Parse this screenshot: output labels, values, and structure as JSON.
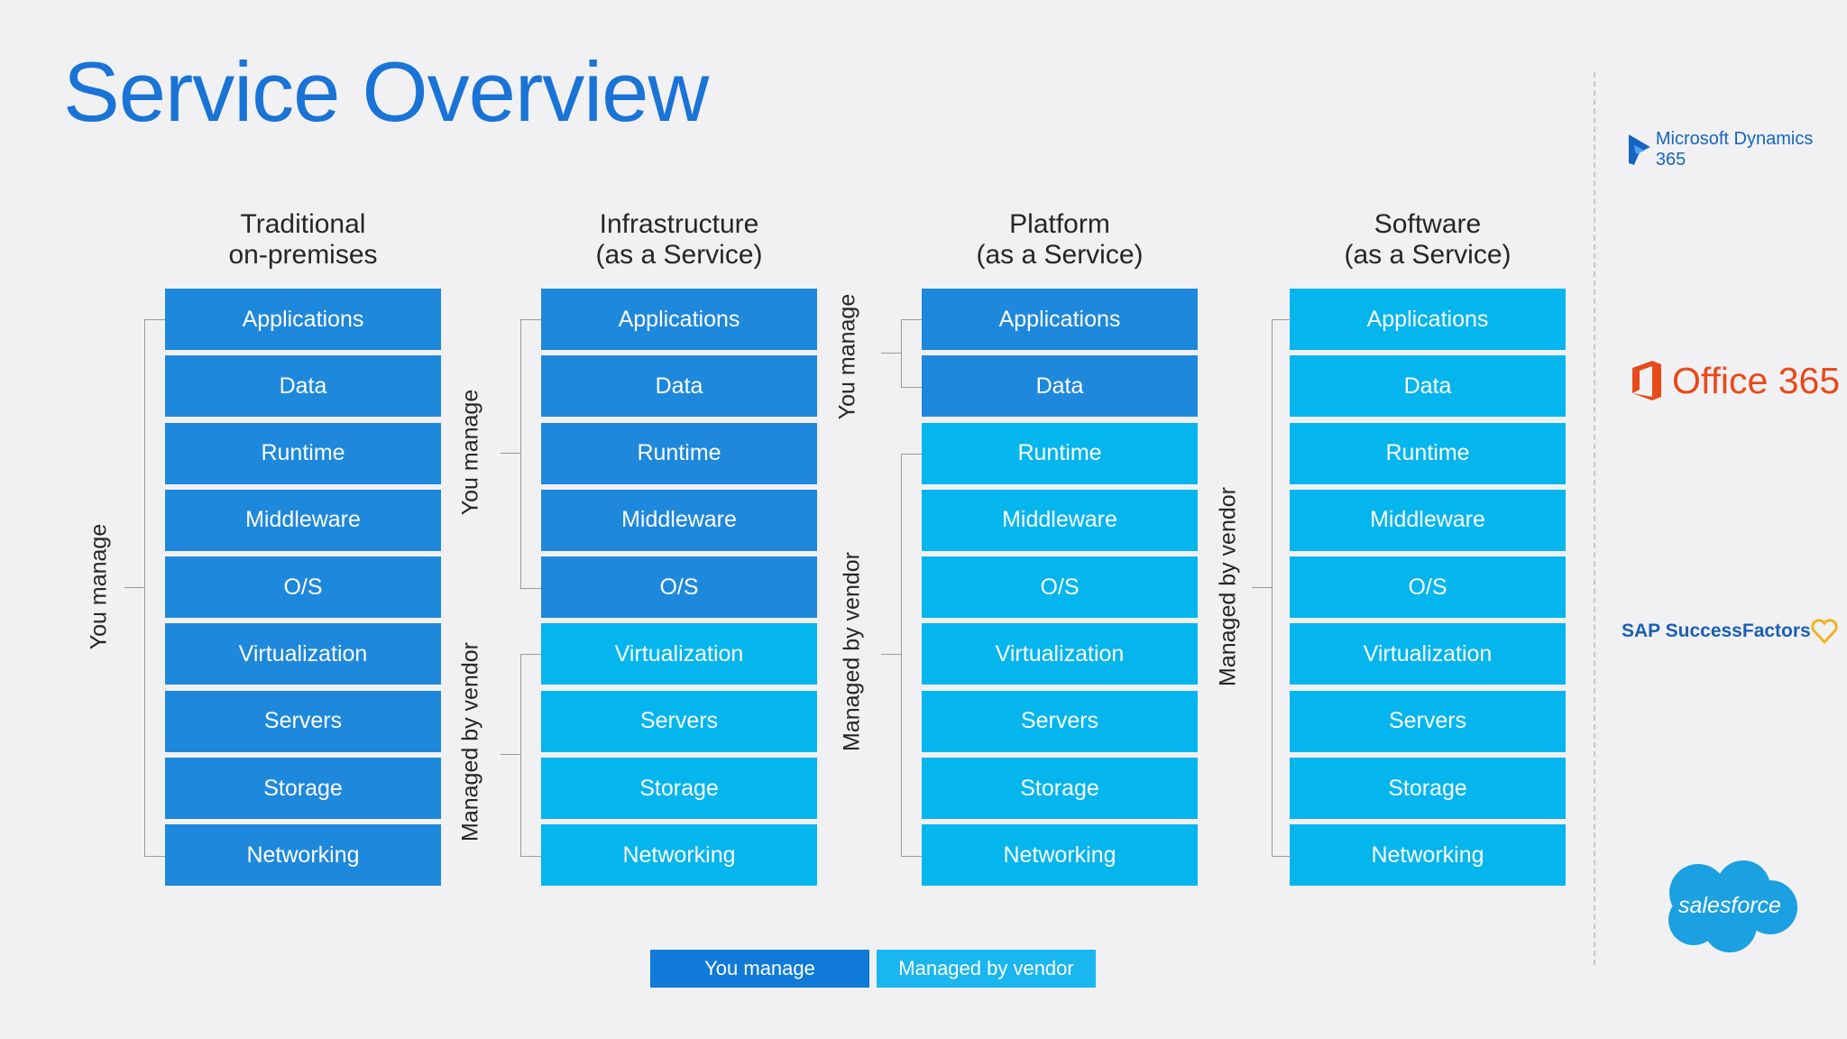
{
  "title": "Service Overview",
  "columns": [
    {
      "header_line1": "Traditional",
      "header_line2": "on-premises",
      "layers": [
        {
          "label": "Applications",
          "managed_by": "you"
        },
        {
          "label": "Data",
          "managed_by": "you"
        },
        {
          "label": "Runtime",
          "managed_by": "you"
        },
        {
          "label": "Middleware",
          "managed_by": "you"
        },
        {
          "label": "O/S",
          "managed_by": "you"
        },
        {
          "label": "Virtualization",
          "managed_by": "you"
        },
        {
          "label": "Servers",
          "managed_by": "you"
        },
        {
          "label": "Storage",
          "managed_by": "you"
        },
        {
          "label": "Networking",
          "managed_by": "you"
        }
      ],
      "bracket_labels": [
        "You manage"
      ]
    },
    {
      "header_line1": "Infrastructure",
      "header_line2": "(as a Service)",
      "layers": [
        {
          "label": "Applications",
          "managed_by": "you"
        },
        {
          "label": "Data",
          "managed_by": "you"
        },
        {
          "label": "Runtime",
          "managed_by": "you"
        },
        {
          "label": "Middleware",
          "managed_by": "you"
        },
        {
          "label": "O/S",
          "managed_by": "you"
        },
        {
          "label": "Virtualization",
          "managed_by": "vendor"
        },
        {
          "label": "Servers",
          "managed_by": "vendor"
        },
        {
          "label": "Storage",
          "managed_by": "vendor"
        },
        {
          "label": "Networking",
          "managed_by": "vendor"
        }
      ],
      "bracket_labels": [
        "You manage",
        "Managed by vendor"
      ]
    },
    {
      "header_line1": "Platform",
      "header_line2": "(as a Service)",
      "layers": [
        {
          "label": "Applications",
          "managed_by": "you"
        },
        {
          "label": "Data",
          "managed_by": "you"
        },
        {
          "label": "Runtime",
          "managed_by": "vendor"
        },
        {
          "label": "Middleware",
          "managed_by": "vendor"
        },
        {
          "label": "O/S",
          "managed_by": "vendor"
        },
        {
          "label": "Virtualization",
          "managed_by": "vendor"
        },
        {
          "label": "Servers",
          "managed_by": "vendor"
        },
        {
          "label": "Storage",
          "managed_by": "vendor"
        },
        {
          "label": "Networking",
          "managed_by": "vendor"
        }
      ],
      "bracket_labels": [
        "You manage",
        "Managed by vendor"
      ]
    },
    {
      "header_line1": "Software",
      "header_line2": "(as a Service)",
      "layers": [
        {
          "label": "Applications",
          "managed_by": "vendor"
        },
        {
          "label": "Data",
          "managed_by": "vendor"
        },
        {
          "label": "Runtime",
          "managed_by": "vendor"
        },
        {
          "label": "Middleware",
          "managed_by": "vendor"
        },
        {
          "label": "O/S",
          "managed_by": "vendor"
        },
        {
          "label": "Virtualization",
          "managed_by": "vendor"
        },
        {
          "label": "Servers",
          "managed_by": "vendor"
        },
        {
          "label": "Storage",
          "managed_by": "vendor"
        },
        {
          "label": "Networking",
          "managed_by": "vendor"
        }
      ],
      "bracket_labels": [
        "Managed by vendor"
      ]
    }
  ],
  "legend": {
    "you_label": "You manage",
    "vendor_label": "Managed by vendor"
  },
  "colors": {
    "you": "#1e88dc",
    "vendor": "#04b5ee",
    "title": "#1a73d6"
  },
  "logos": {
    "microsoft": "Microsoft Dynamics 365",
    "office": "Office 365",
    "sap": "SAP SuccessFactors",
    "salesforce": "salesforce"
  }
}
